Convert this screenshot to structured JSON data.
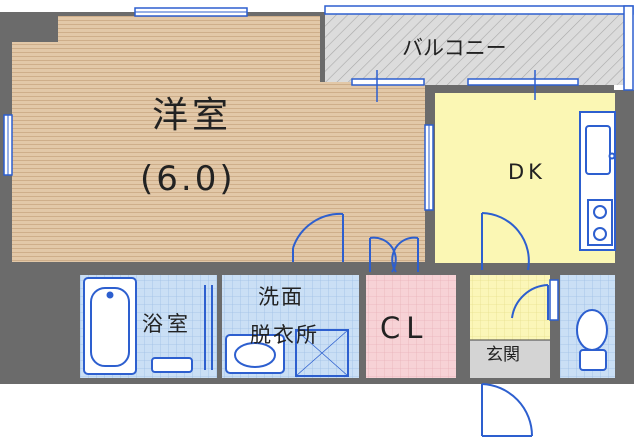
{
  "rooms": {
    "western_room": {
      "name": "洋室",
      "size": "(6.0)"
    },
    "balcony": {
      "name": "バルコニー"
    },
    "dk": {
      "name": "DK"
    },
    "bath": {
      "name": "浴室"
    },
    "washroom": {
      "name_line1": "洗面",
      "name_line2": "脱衣所"
    },
    "closet": {
      "name": "CL"
    },
    "entrance": {
      "name": "玄関"
    }
  },
  "colors": {
    "wall": "#6b6b6b",
    "floor_western": "#e0c6a6",
    "floor_dk": "#fbf7b4",
    "floor_wet": "#c9ddf4",
    "floor_closet": "#f6cfd3",
    "balcony": "#dcdcdc",
    "entrance": "#d4d4d4",
    "fixture_line": "#2d5fcf"
  }
}
